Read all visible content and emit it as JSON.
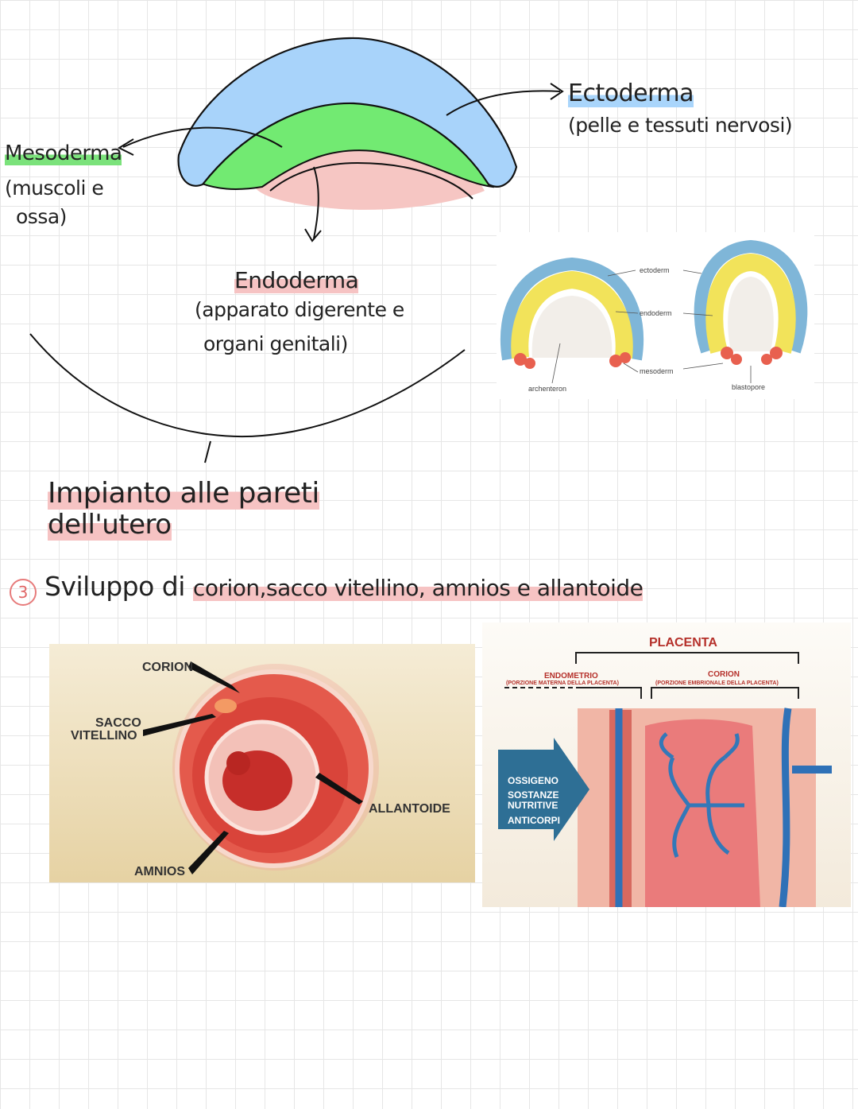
{
  "germ_layers": {
    "ectoderm": {
      "name": "Ectoderma",
      "note": "(pelle e tessuti nervosi)"
    },
    "mesoderm": {
      "name": "Mesoderma",
      "note_line1": "(muscoli e",
      "note_line2": "ossa)"
    },
    "endoderm": {
      "name": "Endoderma",
      "note_line1": "(apparato digerente e",
      "note_line2": "organi genitali)"
    }
  },
  "gastrula_diagram": {
    "labels": [
      "ectoderm",
      "endoderm",
      "mesoderm",
      "archenteron",
      "blastopore"
    ]
  },
  "implant_note": {
    "line1": "Impianto alle pareti",
    "line2": "dell'utero"
  },
  "step3": {
    "number": "3",
    "text_plain": "Sviluppo di ",
    "text_highlight": "corion,sacco vitellino, amnios e allantoide"
  },
  "embryo_figure": {
    "labels": {
      "corion": "CORION",
      "sacco_1": "SACCO",
      "sacco_2": "VITELLINO",
      "allantoide": "ALLANTOIDE",
      "amnios": "AMNIOS"
    },
    "colors": {
      "background": "#e6d2a3",
      "tissue": "#d8433a"
    }
  },
  "placenta_figure": {
    "title": "PLACENTA",
    "endometrio": "ENDOMETRIO",
    "endometrio_sub": "(PORZIONE MATERNA DELLA PLACENTA)",
    "corion": "CORION",
    "corion_sub": "(PORZIONE EMBRIONALE DELLA PLACENTA)",
    "arrow_items": [
      "OSSIGENO",
      "SOSTANZE",
      "NUTRITIVE",
      "ANTICORPI"
    ],
    "colors": {
      "arrow": "#2e6f95",
      "title": "#b5302a"
    }
  }
}
